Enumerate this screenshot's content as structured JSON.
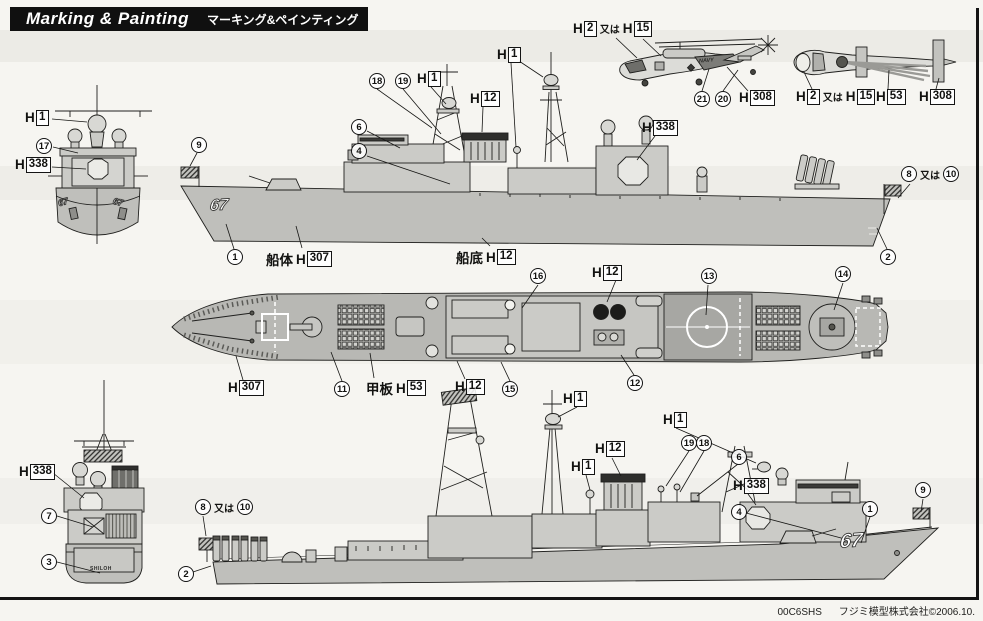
{
  "title": {
    "en": "Marking & Painting",
    "jp": "マーキング&ペインティング"
  },
  "footer": {
    "code": "00C6SHS",
    "company": "フジミ模型株式会社©2006.10."
  },
  "conj_or": "又は",
  "colors": {
    "paper": "#f6f5f1",
    "banner": "#101010",
    "hull_gray": "#bfbfbb",
    "superstructure_gray": "#cbcbc7",
    "deck_gray": "#a7a7a3",
    "line": "#20201e"
  },
  "paint": {
    "h1": {
      "prefix": "H",
      "num": "1"
    },
    "h2": {
      "prefix": "H",
      "num": "2"
    },
    "h12": {
      "prefix": "H",
      "num": "12"
    },
    "h15": {
      "prefix": "H",
      "num": "15"
    },
    "h53": {
      "prefix": "H",
      "num": "53"
    },
    "h307": {
      "prefix": "H",
      "num": "307"
    },
    "h308": {
      "prefix": "H",
      "num": "308"
    },
    "h338": {
      "prefix": "H",
      "num": "338"
    }
  },
  "area_labels": {
    "hull": "船体",
    "bottom": "船底",
    "deck": "甲板"
  },
  "parts": {
    "c1": "1",
    "c2": "2",
    "c3": "3",
    "c4": "4",
    "c6": "6",
    "c7": "7",
    "c8": "8",
    "c9": "9",
    "c10": "10",
    "c11": "11",
    "c12": "12",
    "c13": "13",
    "c14": "14",
    "c15": "15",
    "c16": "16",
    "c17": "17",
    "c18": "18",
    "c19": "19",
    "c20": "20",
    "c21": "21"
  },
  "markings": {
    "hull_number": "67",
    "navy": "NAVY",
    "ship_name": "SHILOH"
  }
}
